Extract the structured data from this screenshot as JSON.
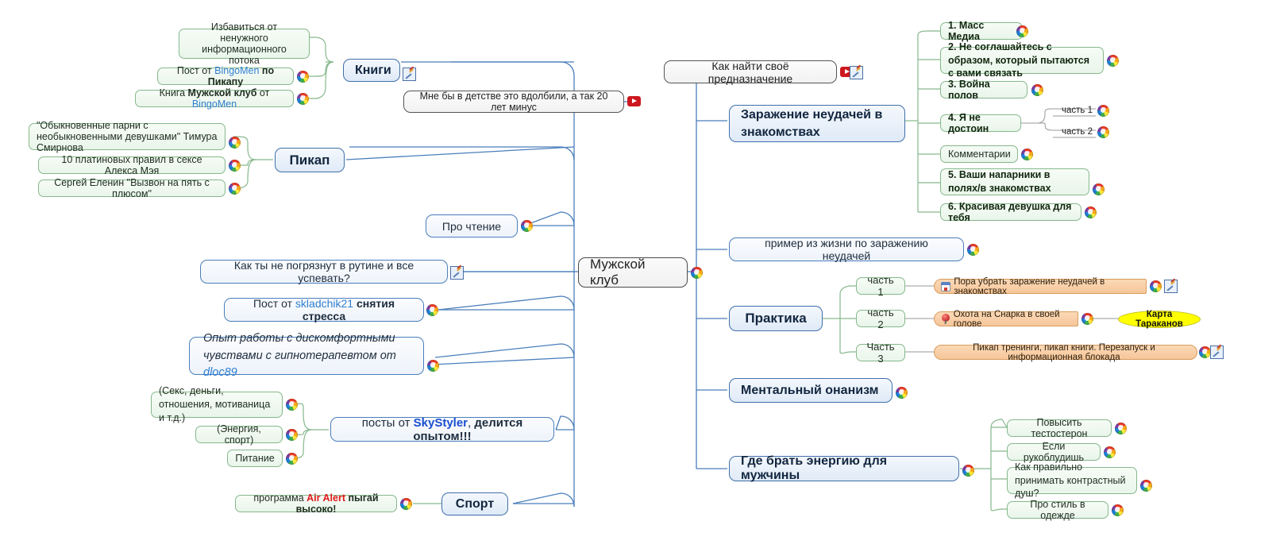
{
  "root": {
    "label": "Мужской клуб"
  },
  "left_branches": {
    "knigi": {
      "label": "Книги",
      "children": [
        {
          "label": "Избавиться от ненужного информационного потока"
        },
        {
          "label": "Пост от BingoMen по Пикапу",
          "html": "Пост от <span class=\"lnk\">BingoMen</span> <span class=\"bld\">по Пикапу</span>"
        },
        {
          "label": "Книга Мужской клуб от BingoMen",
          "html": "Книга <span class=\"bld\">Мужской клуб</span> от <span class=\"lnk\">BingoMen</span>"
        }
      ]
    },
    "note_childhood": {
      "label": "Мне бы в детстве это вдолбили, а так 20 лет минус"
    },
    "pikap": {
      "label": "Пикап",
      "children": [
        {
          "label": "\"Обыкновенные парни с необыкновенными девушками\" Тимура Смирнова"
        },
        {
          "label": "10 платиновых правил в сексе Алекса Мэя"
        },
        {
          "label": "Сергей Еленин \"Вызвон на пять с плюсом\""
        }
      ]
    },
    "pro_chtenie": {
      "label": "Про чтение"
    },
    "rutina": {
      "label": "Как ты не погрязнут в рутине и все успевать?"
    },
    "stress": {
      "label": "Пост от skladchik21 снятия стресса",
      "html": "Пост от <span class=\"lnk\">skladchik21</span> <span class=\"bld\">снятия стресса</span>"
    },
    "gipno": {
      "label": "Опыт работы с дискомфортными чувствами с гипнотерапевтом от dloc89",
      "html": "Опыт работы с дискомфортными<br>чувствами с гипнотерапевтом от <span class=\"lnk\">dloc89</span>"
    },
    "skystyler": {
      "label": "посты от SkyStyler, делится опытом!!!",
      "html": "посты от <span class=\"blu\">SkyStyler</span>, <span class=\"bld\">делится опытом!!!</span>",
      "children": [
        {
          "label": "(Секс, деньги, отношения, мотиваница и т.д.)"
        },
        {
          "label": "(Энергия, спорт)"
        },
        {
          "label": "Питание"
        }
      ]
    },
    "sport": {
      "label": "Спорт",
      "children": [
        {
          "label": "программа Air Alert пыгай высоко!",
          "html": "программа <span class=\"red\">Air Alert</span> <span class=\"bld\">пыгай высоко!</span>"
        }
      ]
    }
  },
  "right_branches": {
    "prednaznachenie": {
      "label": "Как найти своё предназначение"
    },
    "zarazhenie": {
      "label": "Заражение неудачей в знакомствах",
      "children": [
        {
          "label": "1. Масс Медиа"
        },
        {
          "label": "2. Не соглашайтесь с образом, который пытаются с вами связать"
        },
        {
          "label": "3. Война полов"
        },
        {
          "label": "4. Я не достоин",
          "children": [
            {
              "label": "часть 1"
            },
            {
              "label": "часть 2"
            }
          ]
        },
        {
          "label": "Комментарии"
        },
        {
          "label": "5. Ваши напарники в полях/в знакомствах"
        },
        {
          "label": "6. Красивая девушка для тебя"
        }
      ]
    },
    "primer": {
      "label": "пример из жизни по заражению неудачей"
    },
    "praktika": {
      "label": "Практика",
      "children": [
        {
          "label": "часть 1",
          "flag": "Пора убрать заражение неудачей в знакомствах"
        },
        {
          "label": "часть 2",
          "flag": "Охота на Снарка в своей голове",
          "ellipse": "Карта Тараканов"
        },
        {
          "label": "Часть 3",
          "flag": "Пикап тренинги, пикап книги. Перезапуск и информационная блокада"
        }
      ]
    },
    "mentalny": {
      "label": "Ментальный онанизм"
    },
    "energiya": {
      "label": "Где брать энергию для мужчины",
      "children": [
        {
          "label": "Повысить тестостерон"
        },
        {
          "label": "Если рукоблудишь"
        },
        {
          "label": "Как правильно принимать контрастный душ?"
        },
        {
          "label": "Про стиль в одежде"
        }
      ]
    }
  },
  "icons": {
    "wheel": "color-wheel-icon",
    "pencil": "note-edit-icon",
    "youtube": "youtube-video-icon",
    "calendar": "calendar-icon",
    "pin": "pin-icon"
  },
  "colors": {
    "main_border": "#3f6fa8",
    "leaf_border": "#86b88c",
    "flag_fill": "#f6c69a",
    "ellipse_fill": "#ffff00",
    "link": "#2f7fd1",
    "accent_red": "#e01b1b"
  }
}
